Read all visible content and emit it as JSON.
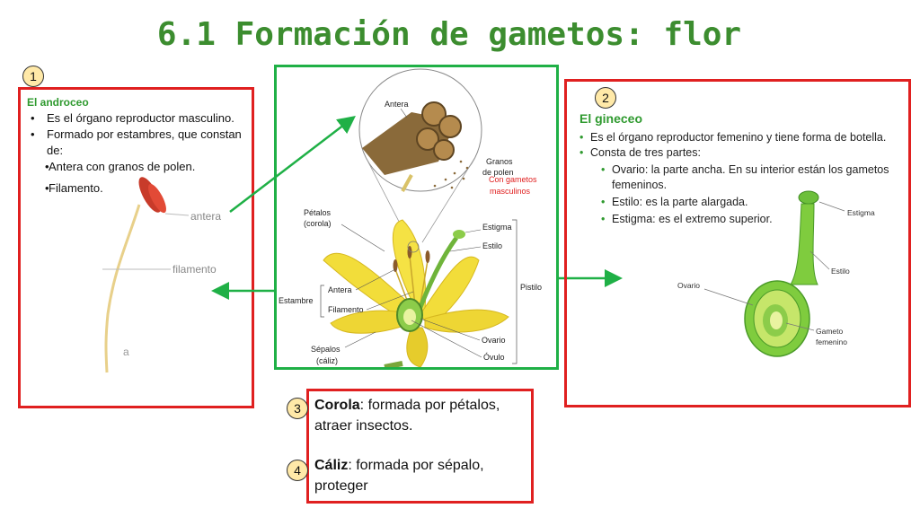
{
  "title": "6.1 Formación de gametos: flor",
  "badges": {
    "one": "1",
    "two": "2",
    "three": "3",
    "four": "4"
  },
  "androceo": {
    "heading": "El androceo",
    "items": [
      "Es el órgano reproductor masculino.",
      "Formado por estambres, que constan de:"
    ],
    "subitems": [
      "Antera con granos de polen.",
      "Filamento."
    ],
    "figure_labels": {
      "antera": "antera",
      "filamento": "filamento",
      "letter": "a"
    }
  },
  "flower": {
    "antera": "Antera",
    "granos": "Granos",
    "de_polen": "de polen",
    "gametos_1": "Con gametos",
    "gametos_2": "masculinos",
    "petalos_1": "Pétalos",
    "petalos_2": "(corola)",
    "estigma": "Estigma",
    "estilo": "Estilo",
    "pistilo": "Pistilo",
    "estambre": "Estambre",
    "antera2": "Antera",
    "filamento": "Filamento",
    "ovario": "Ovario",
    "ovulo": "Óvulo",
    "sepalos_1": "Sépalos",
    "sepalos_2": "(cáliz)"
  },
  "gineceo": {
    "heading": "El gineceo",
    "items": [
      "Es el órgano reproductor femenino y tiene forma de botella.",
      "Consta de tres partes:"
    ],
    "subitems": [
      "Ovario: la parte ancha. En su interior están los gametos femeninos.",
      "Estilo: es la parte alargada.",
      "Estigma: es el extremo superior."
    ],
    "figure_labels": {
      "estigma": "Estigma",
      "estilo": "Estilo",
      "ovario": "Ovario",
      "gameto_1": "Gameto",
      "gameto_2": "femenino"
    }
  },
  "bottom": {
    "corola_term": "Corola",
    "corola_def": ": formada por pétalos, atraer insectos.",
    "caliz_term": "Cáliz",
    "caliz_def": ": formada por sépalo, proteger"
  },
  "colors": {
    "title": "#3c8d2f",
    "red_box": "#e02020",
    "green_box": "#1fb046",
    "heading_green": "#2f9a2f"
  }
}
